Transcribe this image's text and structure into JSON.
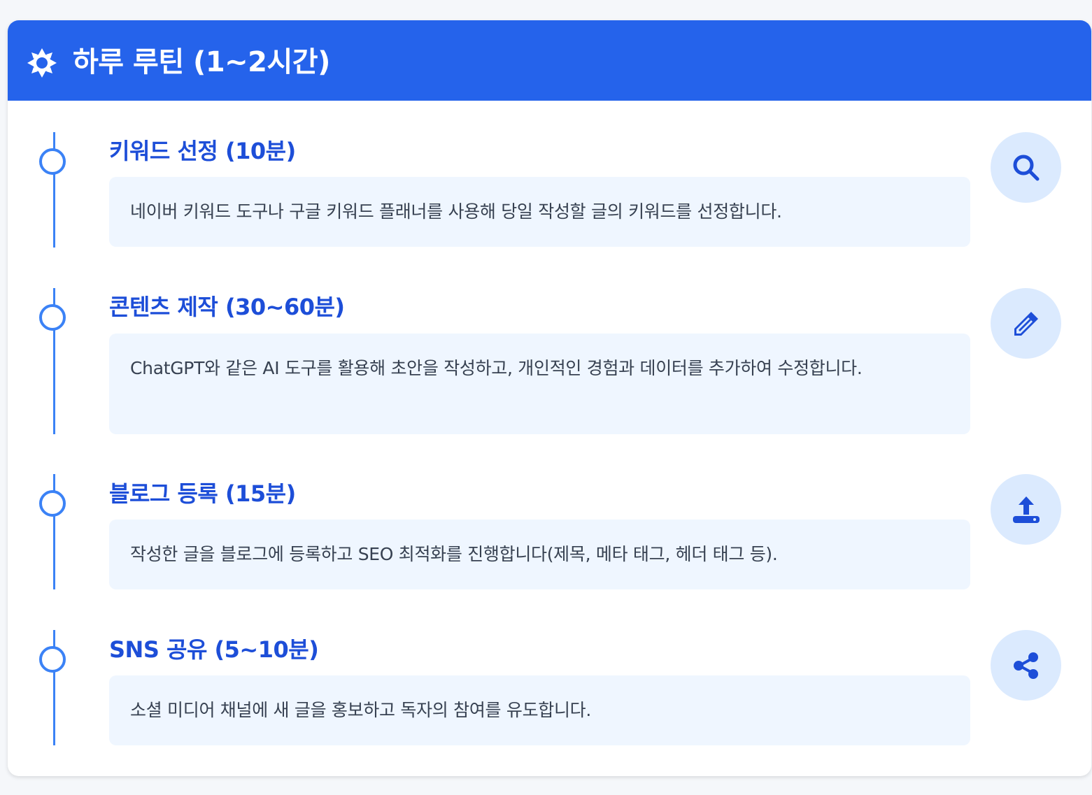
{
  "header": {
    "title": "하루 루틴 (1~2시간)",
    "icon": "sun-icon"
  },
  "colors": {
    "header_bg": "#2563eb",
    "accent": "#3b82f6",
    "title_text": "#1d4ed8",
    "box_bg": "#eff6ff",
    "action_bg": "#dbeafe"
  },
  "steps": [
    {
      "title": "키워드 선정 (10분)",
      "description": "네이버 키워드 도구나 구글 키워드 플래너를 사용해 당일 작성할 글의 키워드를 선정합니다.",
      "icon": "search-icon"
    },
    {
      "title": "콘텐츠 제작 (30~60분)",
      "description": "ChatGPT와 같은 AI 도구를 활용해 초안을 작성하고, 개인적인 경험과 데이터를 추가하여 수정합니다.",
      "icon": "pencil-icon"
    },
    {
      "title": "블로그 등록 (15분)",
      "description": "작성한 글을 블로그에 등록하고 SEO 최적화를 진행합니다(제목, 메타 태그, 헤더 태그 등).",
      "icon": "upload-icon"
    },
    {
      "title": "SNS 공유 (5~10분)",
      "description": "소셜 미디어 채널에 새 글을 홍보하고 독자의 참여를 유도합니다.",
      "icon": "share-icon"
    }
  ]
}
